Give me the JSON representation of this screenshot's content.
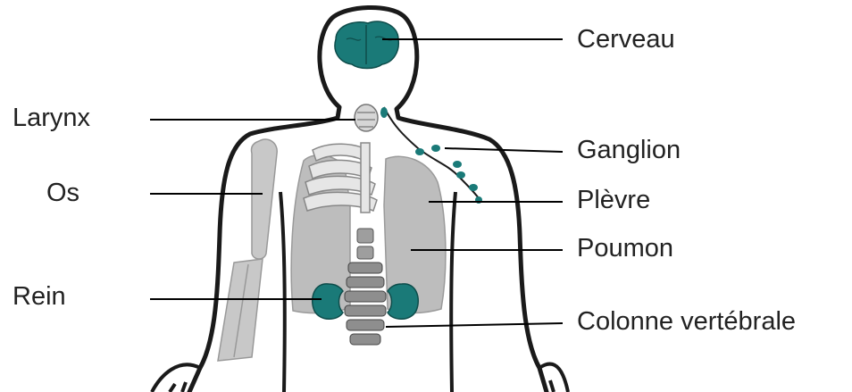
{
  "labels": {
    "cerveau": "Cerveau",
    "larynx": "Larynx",
    "ganglion": "Ganglion",
    "os": "Os",
    "plevre": "Plèvre",
    "poumon": "Poumon",
    "rein": "Rein",
    "colonne": "Colonne vertébrale"
  },
  "colors": {
    "organ": "#1a7a78",
    "bone": "#c8c8c8",
    "lung": "#bdbdbd",
    "outline": "#1a1a1a"
  }
}
